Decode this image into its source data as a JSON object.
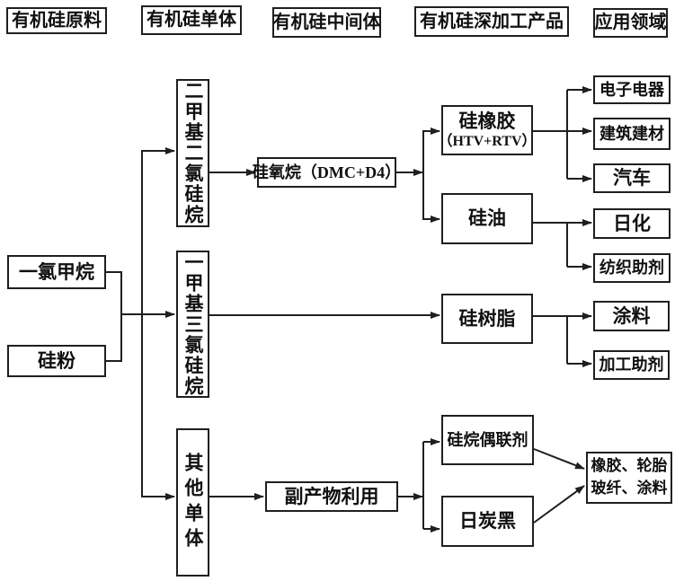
{
  "diagram": {
    "headers": {
      "raw": "有机硅原料",
      "monomer": "有机硅单体",
      "intermediate": "有机硅中间体",
      "deep_processing": "有机硅深加工产品",
      "application": "应用领域"
    },
    "raw_materials": {
      "methyl_chloride": "一氯甲烷",
      "silicon_powder": "硅粉"
    },
    "monomers": {
      "dimethyldichlorosilane": "二甲基二氯硅烷",
      "methyltrichlorosilane": "一甲基三氯硅烷",
      "other_monomers": "其他单体"
    },
    "intermediates": {
      "siloxane": "硅氧烷（DMC+D4）",
      "byproduct_utilization": "副产物利用"
    },
    "deep_products": {
      "silicone_rubber_line1": "硅橡胶",
      "silicone_rubber_line2": "（HTV+RTV）",
      "silicone_oil": "硅油",
      "silicone_resin": "硅树脂",
      "silane_coupling_agent": "硅烷偶联剂",
      "carbon_black": "日炭黑"
    },
    "applications": {
      "electronics": "电子电器",
      "building_materials": "建筑建材",
      "automotive": "汽车",
      "daily_chemicals": "日化",
      "textile_auxiliaries": "纺织助剂",
      "coatings": "涂料",
      "processing_auxiliaries": "加工助剂",
      "combined_line1": "橡胶、轮胎",
      "combined_line2": "玻纤、涂料"
    },
    "colors": {
      "line": "#1f1f1f",
      "box_border": "#1f1f1f",
      "text": "#101010",
      "background": "#ffffff"
    }
  }
}
